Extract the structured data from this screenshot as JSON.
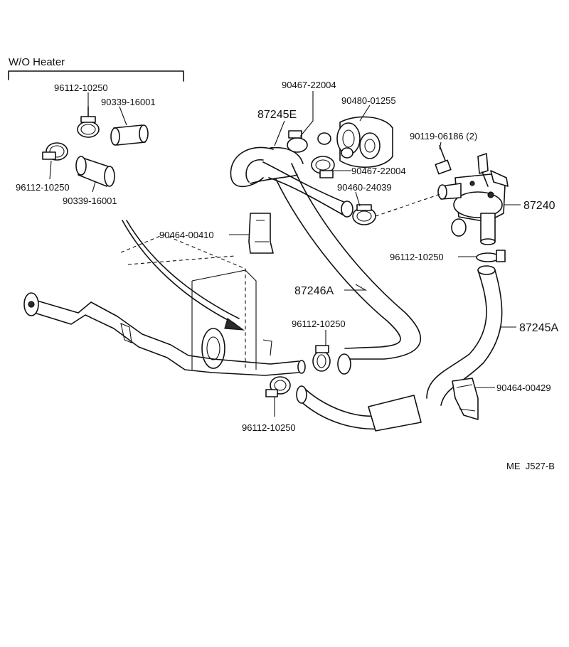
{
  "section": {
    "label": "W/O Heater"
  },
  "labels": {
    "clamp_a": "96112-10250",
    "hose_a": "90339-16001",
    "clamp_b": "96112-10250",
    "hose_b": "90339-16001",
    "hose_e": "87245E",
    "clip_top": "90467-22004",
    "cap": "90480-01255",
    "clip_mid": "90467-22004",
    "bolt": "90119-06186 (2)",
    "clamp_c": "90460-24039",
    "valve": "87240",
    "clamp_left": "90464-00410",
    "clamp_d": "96112-10250",
    "hose_246a": "87246A",
    "clamp_e": "96112-10250",
    "hose_245a": "87245A",
    "clamp_right": "90464-00429",
    "clamp_f": "96112-10250"
  },
  "code": "ME  J527-B"
}
